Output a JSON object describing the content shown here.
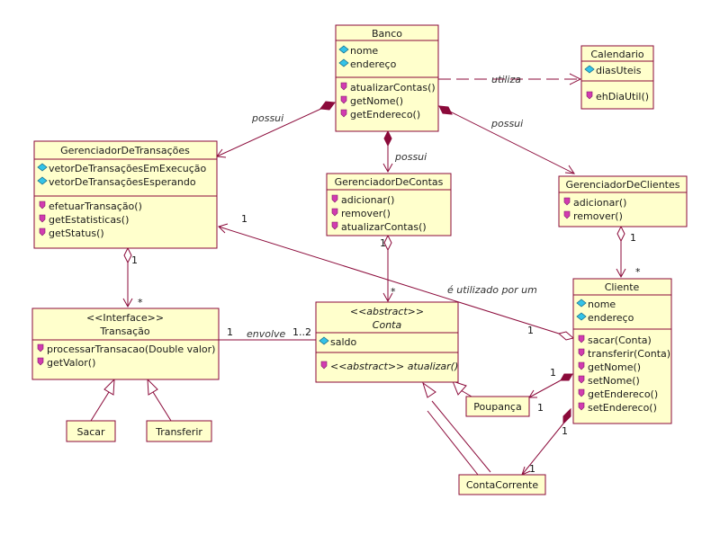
{
  "classes": {
    "banco": {
      "name": "Banco",
      "attributes": [
        "nome",
        "endereço"
      ],
      "methods": [
        "atualizarContas()",
        "getNome()",
        "getEndereco()"
      ]
    },
    "calendario": {
      "name": "Calendario",
      "attributes": [
        "diasUteis"
      ],
      "methods": [
        "ehDiaUtil()"
      ]
    },
    "gerenciador_transacoes": {
      "name": "GerenciadorDeTransações",
      "attributes": [
        "vetorDeTransaçõesEmExecução",
        "vetorDeTransaçõesEsperando"
      ],
      "methods": [
        "efetuarTransação()",
        "getEstatisticas()",
        "getStatus()"
      ]
    },
    "gerenciador_contas": {
      "name": "GerenciadorDeContas",
      "methods": [
        "adicionar()",
        "remover()",
        "atualizarContas()"
      ]
    },
    "gerenciador_clientes": {
      "name": "GerenciadorDeClientes",
      "methods": [
        "adicionar()",
        "remover()"
      ]
    },
    "transacao": {
      "stereotype": "<<Interface>>",
      "name": "Transação",
      "methods": [
        "processarTransacao(Double valor)",
        "getValor()"
      ]
    },
    "conta": {
      "stereotype": "<<abstract>>",
      "name": "Conta",
      "attributes": [
        "saldo"
      ],
      "methods": [
        "<<abstract>> atualizar()"
      ]
    },
    "cliente": {
      "name": "Cliente",
      "attributes": [
        "nome",
        "endereço"
      ],
      "methods": [
        "sacar(Conta)",
        "transferir(Conta)",
        "getNome()",
        "setNome()",
        "getEndereco()",
        "setEndereco()"
      ]
    },
    "sacar": {
      "name": "Sacar"
    },
    "transferir": {
      "name": "Transferir"
    },
    "poupanca": {
      "name": "Poupança"
    },
    "conta_corrente": {
      "name": "ContaCorrente"
    }
  },
  "relations": {
    "utiliza": "utiliza",
    "possui": "possui",
    "envolve": "envolve",
    "utilizado_por": "é utilizado por um"
  },
  "multiplicities": {
    "one": "1",
    "many": "*",
    "one_two": "1..2"
  },
  "colors": {
    "border": "#8b0a3a",
    "fill": "#ffffcc"
  }
}
